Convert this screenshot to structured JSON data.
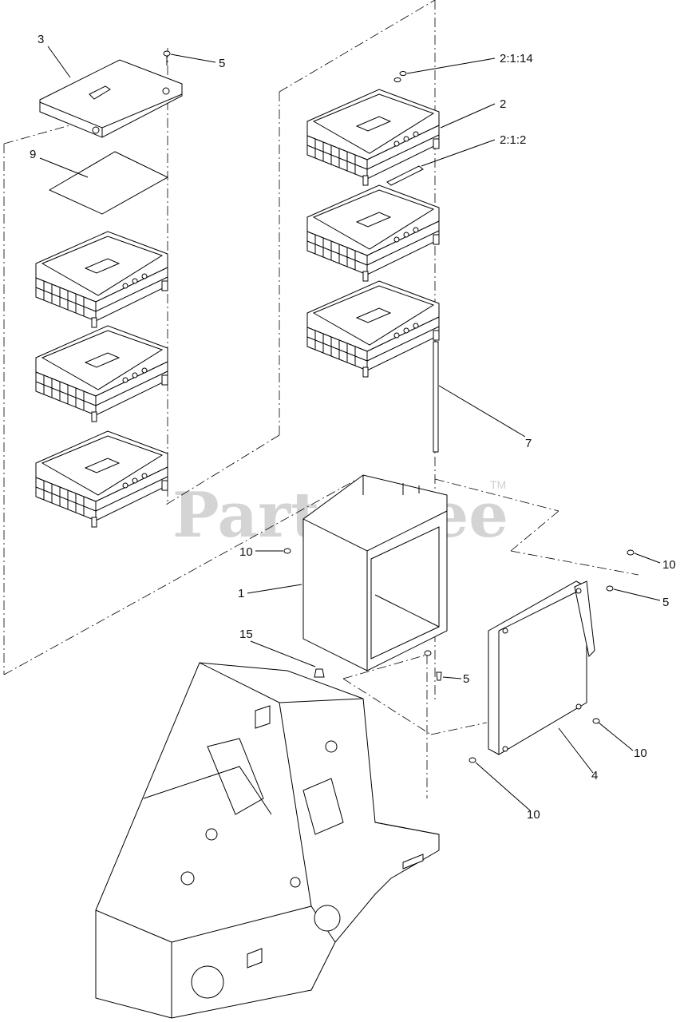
{
  "watermark": {
    "brand": "PartsTree",
    "trademark": "TM"
  },
  "callouts": [
    {
      "id": "c-3",
      "text": "3"
    },
    {
      "id": "c-5a",
      "text": "5"
    },
    {
      "id": "c-9",
      "text": "9"
    },
    {
      "id": "c-2-1-14",
      "text": "2:1:14"
    },
    {
      "id": "c-2",
      "text": "2"
    },
    {
      "id": "c-2-1-2",
      "text": "2:1:2"
    },
    {
      "id": "c-7",
      "text": "7"
    },
    {
      "id": "c-10a",
      "text": "10"
    },
    {
      "id": "c-1",
      "text": "1"
    },
    {
      "id": "c-15",
      "text": "15"
    },
    {
      "id": "c-5b",
      "text": "5"
    },
    {
      "id": "c-10b",
      "text": "10"
    },
    {
      "id": "c-5c",
      "text": "5"
    },
    {
      "id": "c-10c",
      "text": "10"
    },
    {
      "id": "c-4",
      "text": "4"
    },
    {
      "id": "c-10d",
      "text": "10"
    }
  ]
}
